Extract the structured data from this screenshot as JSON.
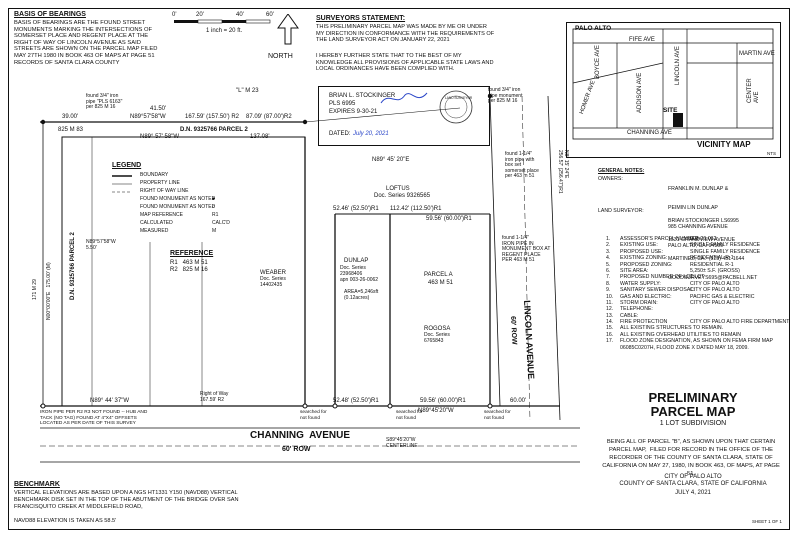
{
  "basis": {
    "title": "BASIS OF BEARINGS",
    "text": "BASIS OF BEARINGS ARE THE FOUND STREET MONUMENTS MARKING THE INTERSECTIONS OF SOMERSET PLACE AND REGENT PLACE AT THE RIGHT OF WAY OF LINCOLN AVENUE AS SAID STREETS ARE SHOWN ON THE PARCEL MAP FILED MAY 27TH 1980 IN BOOK 463 OF MAPS AT PAGE 51 RECORDS OF SANTA CLARA COUNTY"
  },
  "scale": {
    "ticks": [
      "0'",
      "20'",
      "40'",
      "60'"
    ],
    "note": "1 inch = 20 ft.",
    "north": "NORTH"
  },
  "surveyor_statement": {
    "title": "SURVEYORS STATEMENT:",
    "p1": "THIS PRELIMINARY PARCEL MAP WAS MADE BY ME OR UNDER MY DIRECTION IN CONFORMANCE WITH THE REQUIREMENTS OF THE LAND SURVEYOR ACT ON JANUARY 22, 2021",
    "p2": "I HEREBY FURTHER STATE THAT TO THE BEST OF MY KNOWLEDGE ALL PROVISIONS OF APPLICABLE STATE LAWS AND LOCAL ORDINANCES HAVE BEEN COMPLIED WITH.",
    "name": "BRIAN L. STOCKINGER",
    "pls": "PLS 6995",
    "expires": "EXPIRES 9-30-21",
    "date_label": "DATED:",
    "date_value": "July 20, 2021"
  },
  "vicinity": {
    "title": "VICINITY MAP",
    "nts": "NTS",
    "streets": [
      "PALO ALTO",
      "FIFE AVE",
      "MARTIN AVE",
      "BOYCE AVE",
      "ADDISON AVE",
      "LINCOLN AVE",
      "HOMER AVE",
      "CENTER AVE",
      "CHANNING AVE",
      "SITE"
    ]
  },
  "general_notes": {
    "title": "GENERAL NOTES:",
    "owners_label": "OWNERS:",
    "owners": [
      "FRANKLIN M. DUNLAP &",
      "PEIMIN LIN DUNLAP",
      "985 CHANNING AVENUE",
      "PALO ALTO, CA. 94109"
    ],
    "surveyor_label": "LAND SURVEYOR:",
    "surveyor": [
      "BRIAN STOCKINGER LS6995",
      "1531 GRANDVIEW AVENUE",
      "MARTINEZ, CA.  (925) 451-1644",
      "GOODSURVEYS695@PACBELL.NET"
    ],
    "items": [
      [
        "1.",
        "ASSESSOR'S PARCEL NUMBER:",
        "003-26-062"
      ],
      [
        "2.",
        "EXISTING USE:",
        "SINGLE FAMILY RESIDENCE"
      ],
      [
        "3.",
        "PROPOSED USE:",
        "SINGLE FAMILY RESIDENCE"
      ],
      [
        "4.",
        "EXISTING ZONING:",
        "RESIDENTIAL R-1"
      ],
      [
        "5.",
        "PROPOSED ZONING:",
        "RESIDENTIAL R-1"
      ],
      [
        "6.",
        "SITE AREA:",
        "5,250± S.F. (GROSS)"
      ],
      [
        "7.",
        "PROPOSED NUMBER OF LOT:",
        "1 LOT"
      ],
      [
        "8.",
        "WATER SUPPLY:",
        "CITY OF PALO ALTO"
      ],
      [
        "9.",
        "SANITARY SEWER DISPOSAL:",
        "CITY OF PALO ALTO"
      ],
      [
        "10.",
        "GAS AND ELECTRIC:",
        "PACIFIC GAS & ELECTRIC"
      ],
      [
        "11.",
        "STORM DRAIN:",
        "CITY OF PALO ALTO"
      ],
      [
        "12.",
        "TELEPHONE:",
        ""
      ],
      [
        "13.",
        "CABLE:",
        ""
      ],
      [
        "14.",
        "FIRE PROTECTION",
        "CITY OF PALO ALTO FIRE DEPARTMENT"
      ],
      [
        "15.",
        "ALL EXISTING STRUCTURES TO REMAIN.",
        ""
      ],
      [
        "16.",
        "ALL EXISTING OVERHEAD UTILITIES TO REMAIN",
        ""
      ],
      [
        "17.",
        "FLOOD ZONE DESIGNATION, AS SHOWN ON FEMA FIRM MAP",
        ""
      ],
      [
        "",
        "06085C0207H, FLOOD ZONE X DATED MAY 18, 2009.",
        ""
      ]
    ]
  },
  "title_block": {
    "line1": "PRELIMINARY",
    "line2": "PARCEL MAP",
    "line3": "1 LOT SUBDIVISION",
    "desc": "BEING ALL OF PARCEL \"B\", AS SHOWN UPON THAT CERTAIN PARCEL MAP,  FILED FOR RECORD IN THE OFFICE OF THE RECORDER OF THE COUNTY OF SANTA CLARA, STATE OF CALIFORNIA ON MAY 27, 1980, IN BOOK 463, OF MAPS, AT PAGE 51.",
    "city": "CITY OF PALO ALTO",
    "county": "COUNTY OF SANTA CLARA, STATE OF CALIFORNIA",
    "date": "JULY 4, 2021",
    "sheet": "SHEET 1 OF 1"
  },
  "benchmark": {
    "title": "BENCHMARK",
    "text": "VERTICAL ELEVATIONS ARE BASED UPON A NGS HT1331 Y150 (NAVD88) VERTICAL BENCHMARK DISK SET IN THE TOP OF THE ABUTMENT OF THE BRIDGE OVER SAN FRANCISQUITO CREEK AT MIDDLEFIELD ROAD,",
    "elev": "NAVD88 ELEVATION IS TAKEN AS 58.5'"
  },
  "legend": {
    "title": "LEGEND",
    "items": [
      [
        "BOUNDARY",
        ""
      ],
      [
        "PROPERTY LINE",
        ""
      ],
      [
        "RIGHT OF WAY LINE",
        ""
      ],
      [
        "FOUND MONUMENT AS NOTED",
        "●"
      ],
      [
        "FOUND MONUMENT AS NOTED",
        "○"
      ],
      [
        "MAP REFERENCE",
        "R1"
      ],
      [
        "CALCULATED",
        "CALC'D"
      ],
      [
        "MEASURED",
        "M"
      ]
    ]
  },
  "reference": {
    "title": "REFERENCE",
    "r1": "R1   463 M 51",
    "r2": "R2   825 M 16"
  },
  "plan": {
    "lm23": "\"L\" M 23",
    "iron1": "found 3/4\" iron\npipe \"PLS 6163\"\nper 825 M 16",
    "iron2": "found 3/4\" iron\npipe monument\nper 825 M 16",
    "d1": "39.00'",
    "d2": "41.50'",
    "d3": "N89°57'58\"W",
    "d4": "167.59' (157.50') R2",
    "d5": "87.09' (87.00')R2",
    "d6": "825 M 83",
    "d7": "N89° 57' 58\"W",
    "d8": "137.08'",
    "dn": "D.N. 9325766 PARCEL 2",
    "loftus": "LOFTUS",
    "loftus_doc": "Doc. Series 9326565",
    "n89a": "N89° 45' 20\"E",
    "seg1": "52.46' (52.50')R1",
    "seg2": "112.42' (112.50')R1",
    "seg3": "59.56' (60.00')R1",
    "dunlap": "DUNLAP",
    "dunlap_doc": "Doc. Series\n23968406\napn 003-26-0062",
    "dunlap_area": "AREA=5,246sft\n(0.12acres)",
    "weaber": "WEABER",
    "weaber_doc": "Doc. Series\n14402435",
    "parcel_a": "PARCEL A",
    "parcel_a_ref": "463 M 51",
    "rogosa": "ROGOSA",
    "rogosa_doc": "Doc. Series\n6765843",
    "dn_parcel2": "D.N. 9325766 PARCEL 2",
    "n89b": "N89°57'58\"W\n5.50'",
    "left1": "N00°00'00\"E   175.00' (M)",
    "left2": "171 M 29",
    "lincoln": "LINCOLN AVENUE",
    "row": "60' ROW",
    "found_right1": "found 1-1/4\"\niron pipe with\nbox set\nsomerset place\nper 463 m 51",
    "found_right2": "found 1-1/4\"\nIRON PIPE IN\nMONUMENT BOX AT\nREGENT PLACE\nPER 463 M 51",
    "rightside": "N8° 15' 24\"E\n256.57' (256.47')R1",
    "row_bottom": "Right of Way\n167.59' R2",
    "bot1": "52.48' (52.50')R1",
    "bot2": "59.56' (60.00')R1",
    "bot3": "N89°45'20\"W",
    "bot4": "N89° 44' 37\"W",
    "bot5": "60.00'",
    "iron_bot": "IRON PIPE PER R2 R3 NOT FOUND -- HUB AND\nTACK (NO TAG) FOUND AT 4\"X4\" OFFSETS\nLOCATED AS PER DATE OF THIS SURVEY",
    "searched1": "searched for\nnot found",
    "searched2": "searched for\nnot found",
    "searched3": "searched for\nnot found",
    "channing": "CHANNING  AVENUE",
    "channing_row": "60' ROW",
    "centerline": "S89°45'20\"W\nCENTERLINE",
    "stamp": "LAND SURVEYOR"
  }
}
